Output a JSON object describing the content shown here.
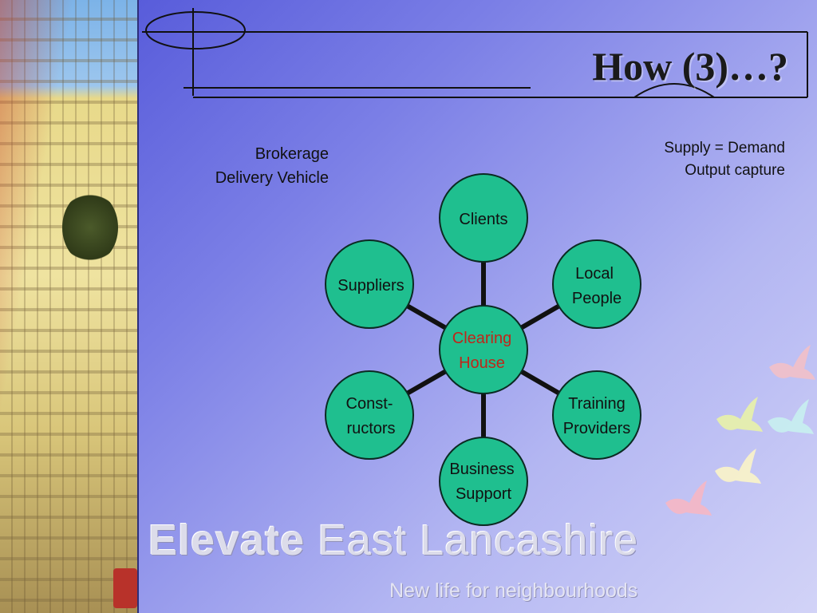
{
  "title": "How (3)…?",
  "notes": {
    "left": [
      "Brokerage",
      "Delivery Vehicle"
    ],
    "right": [
      "Supply = Demand",
      "Output capture"
    ]
  },
  "diagram": {
    "center": [
      "Clearing",
      "House"
    ],
    "nodes": [
      {
        "lines": [
          "Clients"
        ]
      },
      {
        "lines": [
          "Local",
          "People"
        ]
      },
      {
        "lines": [
          "Training",
          "Providers"
        ]
      },
      {
        "lines": [
          "Business",
          "Support"
        ]
      },
      {
        "lines": [
          "Const-",
          "ructors"
        ]
      },
      {
        "lines": [
          "Suppliers"
        ]
      }
    ]
  },
  "branding": {
    "logo_bold": "Elevate",
    "logo_rest": " East Lancashire",
    "tagline": "New life for neighbourhoods"
  },
  "colors": {
    "node_fill": "#1fbf8f",
    "node_stroke": "#0b2a22",
    "connector": "#111111",
    "center_text": "#c0261a",
    "title_frame": "#111111"
  }
}
